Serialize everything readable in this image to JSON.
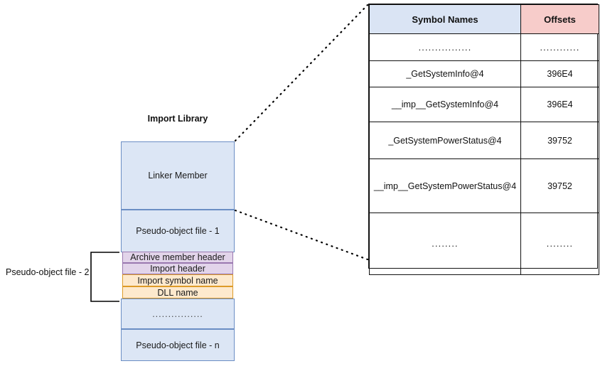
{
  "diagram": {
    "title": "Import Library",
    "blocks": [
      {
        "id": "linker-member",
        "label": "Linker Member"
      },
      {
        "id": "pseudo-object-file-1",
        "label": "Pseudo-object file - 1"
      },
      {
        "id": "ellipsis-block",
        "label": "................"
      },
      {
        "id": "pseudo-object-file-n",
        "label": "Pseudo-object file - n"
      }
    ],
    "bands": [
      {
        "id": "archive-member-header",
        "label": "Archive member header",
        "color": "#e2d4ea"
      },
      {
        "id": "import-header",
        "label": "Import header",
        "color": "#e2d4ea"
      },
      {
        "id": "import-symbol-name",
        "label": "Import symbol name",
        "color": "#fde9cd"
      },
      {
        "id": "dll-name",
        "label": "DLL name",
        "color": "#fde9cd"
      }
    ],
    "bracket_label": "Pseudo-object file - 2",
    "colors": {
      "block_fill": "#dce6f5",
      "block_border": "#6b8ec4",
      "purple_fill": "#e2d4ea",
      "purple_border": "#9a78b0",
      "orange_fill": "#fde9cd",
      "orange_border": "#dd9b28",
      "connector": "#000000"
    }
  },
  "table": {
    "headers": {
      "symbol_names": "Symbol Names",
      "offsets": "Offsets"
    },
    "header_colors": {
      "symbol_names": "#dae4f4",
      "offsets": "#f7ccca"
    },
    "rows": [
      {
        "symbol": "................",
        "offset": "............"
      },
      {
        "symbol": "_GetSystemInfo@4",
        "offset": "396E4"
      },
      {
        "symbol": "__imp__GetSystemInfo@4",
        "offset": "396E4"
      },
      {
        "symbol": "_GetSystemPowerStatus@4",
        "offset": "39752"
      },
      {
        "symbol": "__imp__GetSystemPowerStatus@4",
        "offset": "39752"
      },
      {
        "symbol": "........",
        "offset": "........"
      }
    ]
  }
}
